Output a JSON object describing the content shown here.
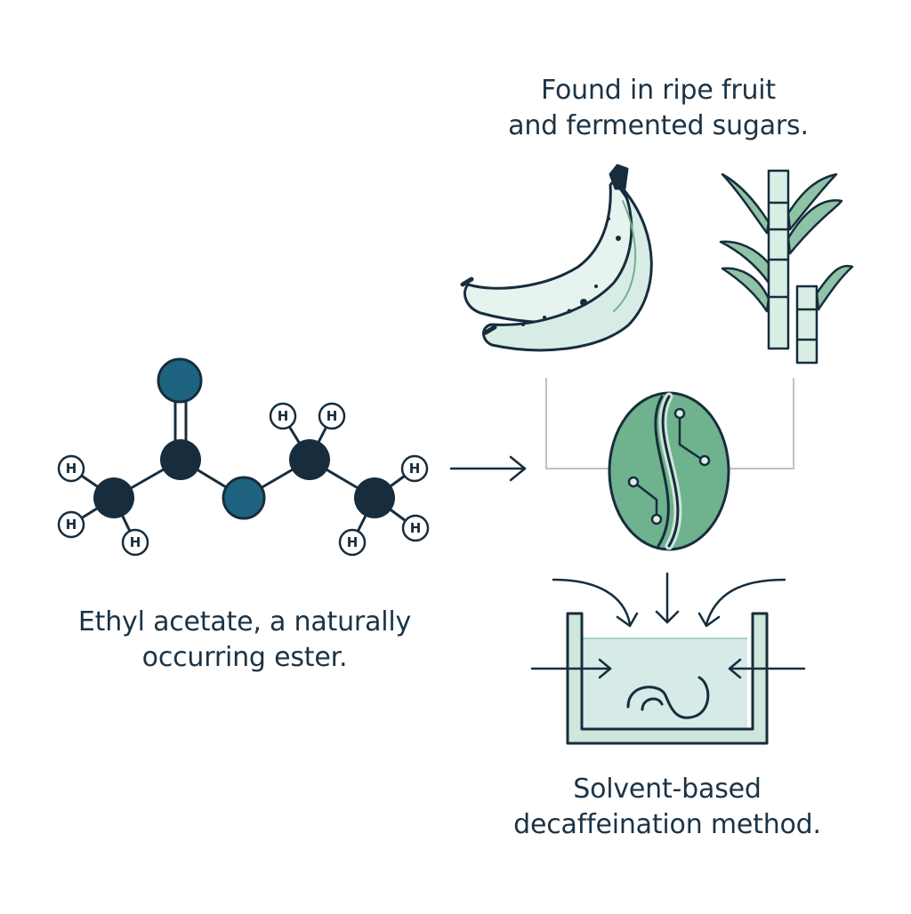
{
  "captions": {
    "fruit": {
      "line1": "Found in ripe fruit",
      "line2": "and fermented sugars."
    },
    "ester": {
      "line1": "Ethyl acetate, a naturally",
      "line2": "occurring ester."
    },
    "method": {
      "line1": "Solvent-based",
      "line2": "decaffeination method."
    }
  },
  "molecule": {
    "hydrogen_label": "H"
  },
  "colors": {
    "ink": "#1b3345",
    "oxygen": "#1e6480",
    "carbon": "#172d3d",
    "green": "#6fb28e",
    "pale_green": "#dcefe6",
    "pale_teal": "#d6ebe8",
    "connector": "#b9c4c6"
  },
  "icons": [
    "ethyl-acetate-molecule",
    "banana-icon",
    "sugarcane-icon",
    "coffee-bean-icon",
    "solvent-bath-icon"
  ]
}
